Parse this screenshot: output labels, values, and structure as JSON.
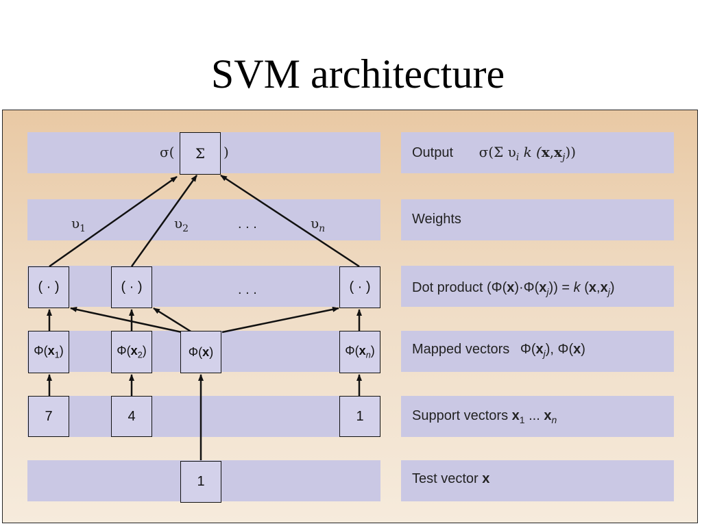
{
  "title": "SVM architecture",
  "left": {
    "sigma_open": "σ(",
    "sigma_close": ")",
    "sum_symbol": "Σ",
    "weights": [
      "υ",
      "υ",
      "υ"
    ],
    "weight_subs": [
      "1",
      "2",
      "n"
    ],
    "ellipsis_weights": ". . .",
    "dot_node": "( · )",
    "ellipsis_dots": ". . .",
    "phi": "Φ",
    "x": "x",
    "mapped_subs": [
      "1",
      "2",
      "n"
    ],
    "support_values": [
      "7",
      "4",
      "1"
    ],
    "test_value": "1"
  },
  "right": {
    "output_label": "Output",
    "output_formula": {
      "a": "σ(Σ υ",
      "i": "i",
      "b": " k (",
      "x1": "x",
      "c": ",",
      "x2": "x",
      "j": "j",
      "d": "))"
    },
    "weights_label": "Weights",
    "dot_label": "Dot product",
    "dot_formula": {
      "a": "(Φ(",
      "x1": "x",
      "b": ")·Φ(",
      "x2": "x",
      "j": "j",
      "c": ")) = ",
      "k": "k",
      "d": "(",
      "x3": "x",
      "e": ",",
      "x4": "x",
      "j2": "j",
      "f": ")"
    },
    "mapped_label": "Mapped vectors",
    "mapped_formula": {
      "a": "Φ(",
      "x1": "x",
      "j": "j",
      "b": "), Φ(",
      "x2": "x",
      "c": ")"
    },
    "support_label": "Support vectors",
    "support_x": "x",
    "support_sub1": "1",
    "support_mid": " ... ",
    "support_subn": "n",
    "test_label": "Test vector",
    "test_x": "x"
  }
}
